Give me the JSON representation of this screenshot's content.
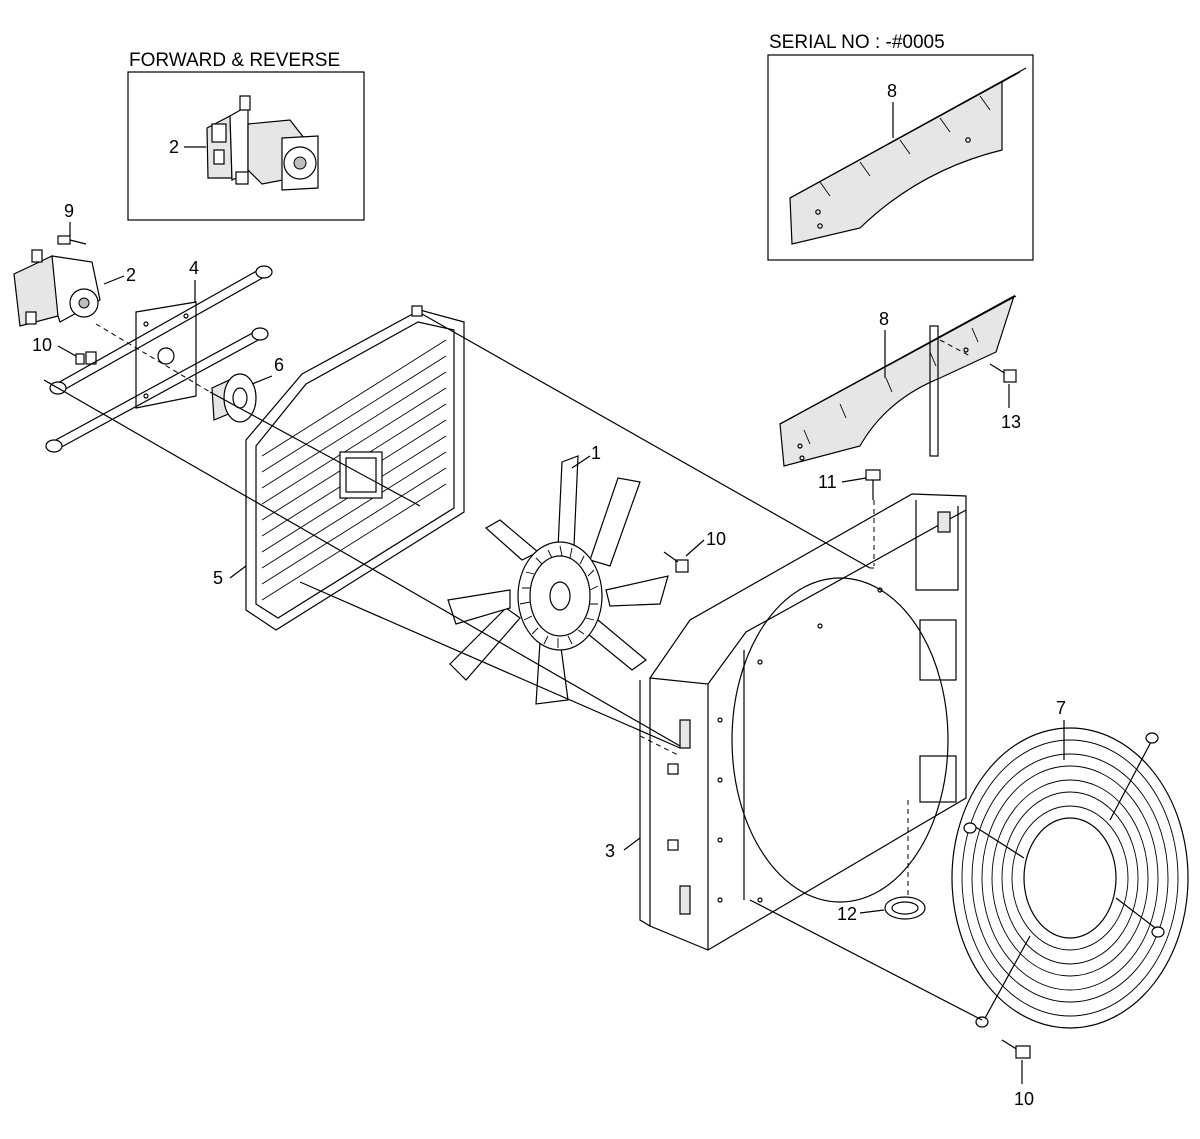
{
  "insets": {
    "forward_reverse": {
      "title": "FORWARD & REVERSE"
    },
    "serial": {
      "title": "SERIAL NO : -#0005"
    }
  },
  "callouts": {
    "c1": "1",
    "c2a": "2",
    "c2b": "2",
    "c3": "3",
    "c4": "4",
    "c5": "5",
    "c6": "6",
    "c7": "7",
    "c8a": "8",
    "c8b": "8",
    "c9": "9",
    "c10a": "10",
    "c10b": "10",
    "c10c": "10",
    "c11": "11",
    "c12": "12",
    "c13": "13"
  }
}
